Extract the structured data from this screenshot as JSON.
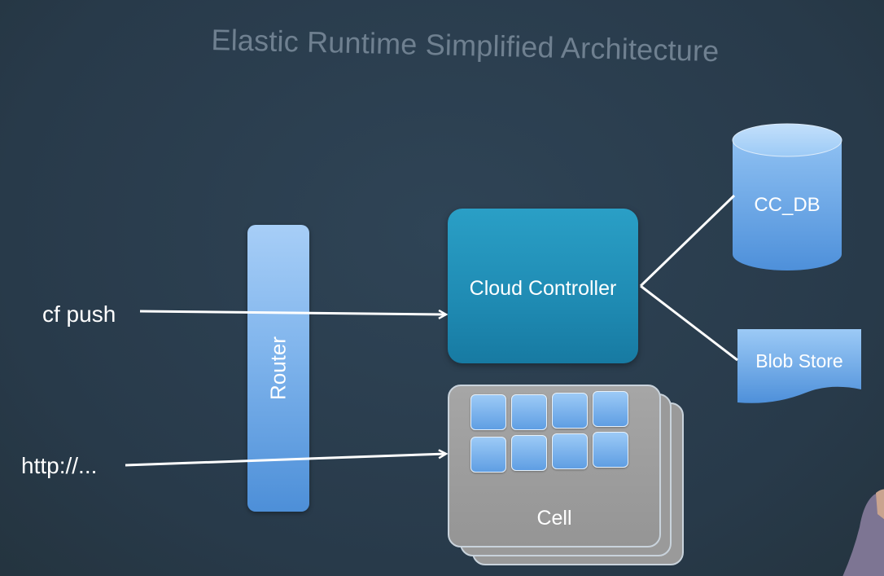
{
  "title": "Elastic Runtime Simplified Architecture",
  "inputs": {
    "cf_push": "cf push",
    "http": "http://..."
  },
  "components": {
    "router": "Router",
    "cloud_controller": "Cloud Controller",
    "cell": "Cell",
    "cc_db": "CC_DB",
    "blob_store": "Blob Store"
  },
  "colors": {
    "background": "#2b3e4f",
    "router": "#7fb4ec",
    "cloud_controller": "#1f8bb3",
    "cell": "#9a9a9a",
    "storage": "#5f9ee3",
    "arrows": "#ffffff"
  }
}
